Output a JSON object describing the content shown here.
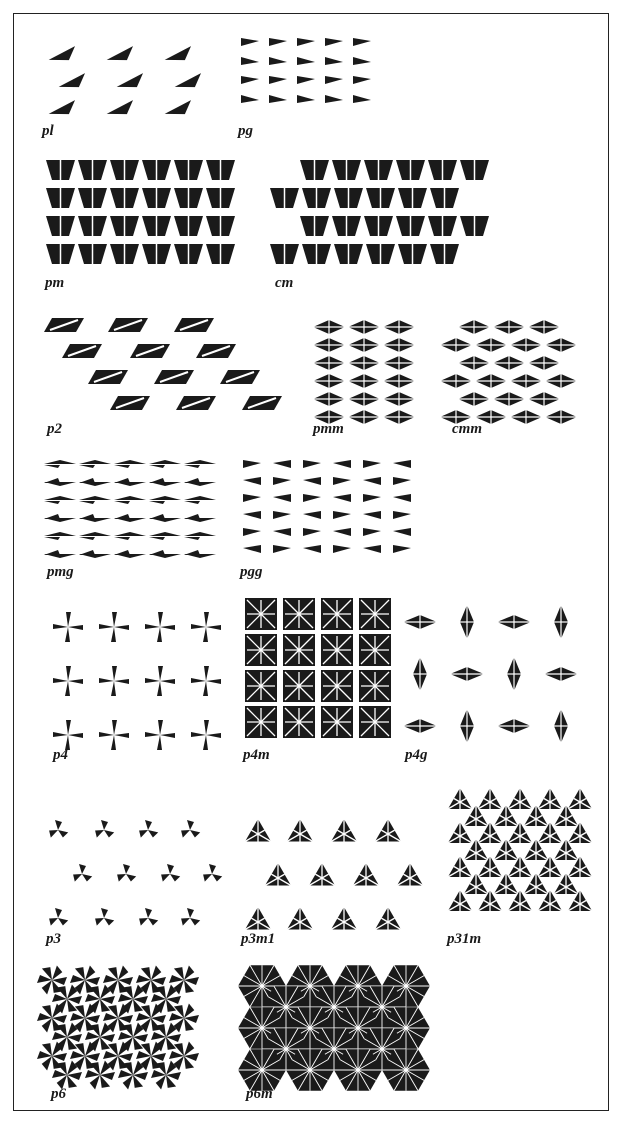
{
  "figure": {
    "labels": [
      "pl",
      "pg",
      "pm",
      "cm",
      "p2",
      "pmm",
      "cmm",
      "pmg",
      "pgg",
      "p4",
      "p4m",
      "p4g",
      "p3",
      "p3m1",
      "p31m",
      "p6",
      "p6m"
    ]
  },
  "colors": {
    "ink": "#1a1a1a",
    "background": "#ffffff",
    "border": "#222222"
  }
}
